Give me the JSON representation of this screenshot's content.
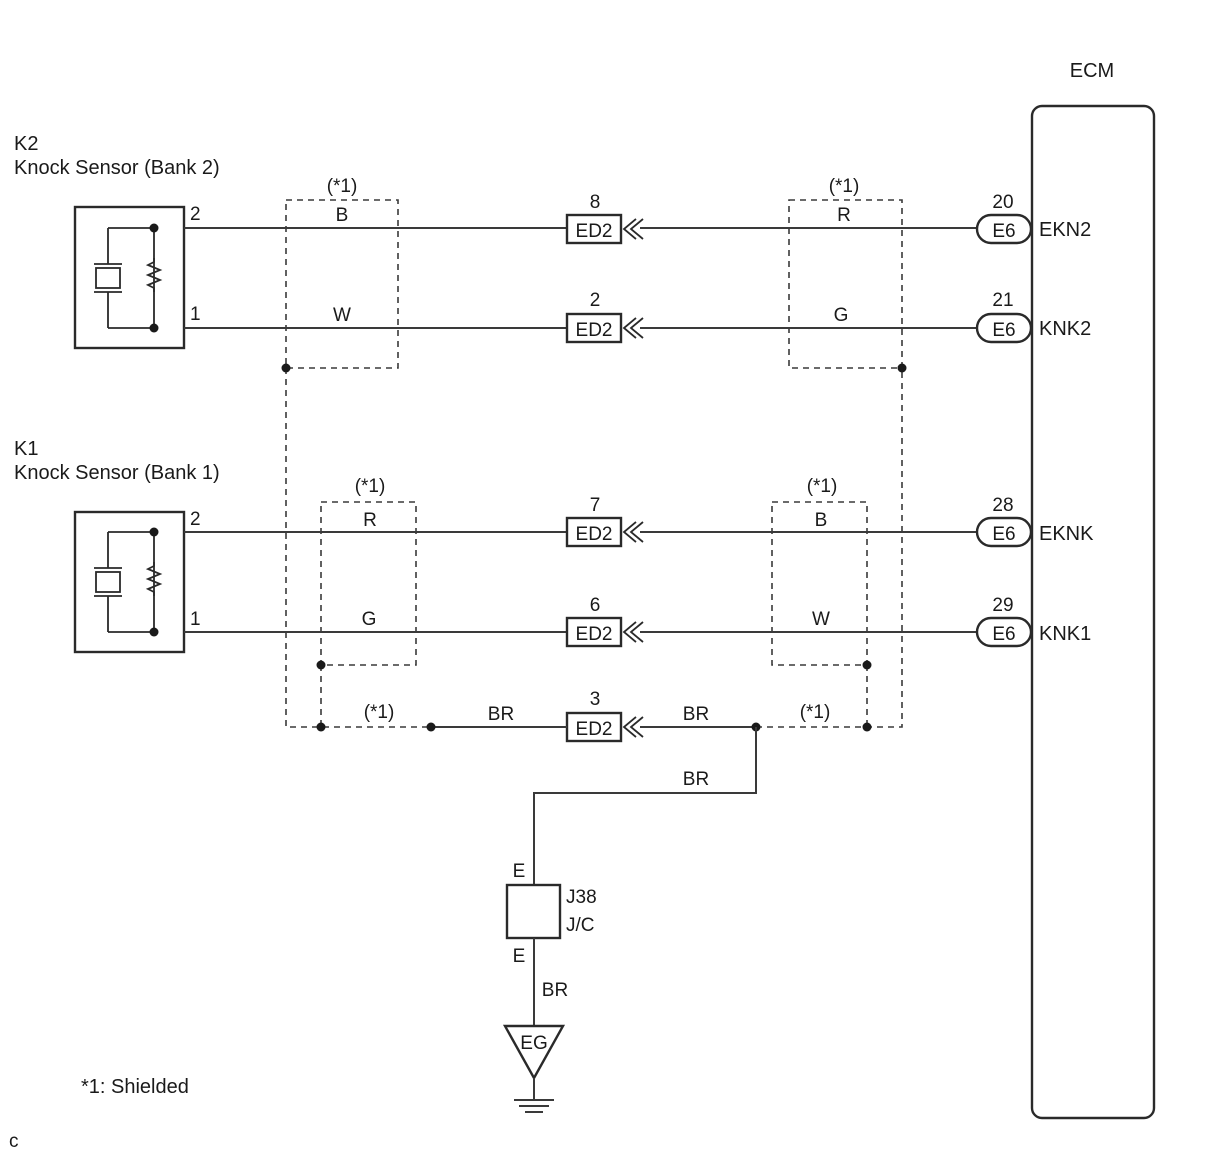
{
  "ecm": {
    "title": "ECM"
  },
  "sensors": {
    "k2": {
      "id": "K2",
      "name": "Knock Sensor (Bank 2)",
      "pin_top": "2",
      "pin_bottom": "1"
    },
    "k1": {
      "id": "K1",
      "name": "Knock Sensor (Bank 1)",
      "pin_top": "2",
      "pin_bottom": "1"
    }
  },
  "shield_label": "(*1)",
  "wires": [
    {
      "left_color": "B",
      "ed2_pin": "8",
      "right_color": "R",
      "e6_pin": "20",
      "ecm_terminal": "EKN2"
    },
    {
      "left_color": "W",
      "ed2_pin": "2",
      "right_color": "G",
      "e6_pin": "21",
      "ecm_terminal": "KNK2"
    },
    {
      "left_color": "R",
      "ed2_pin": "7",
      "right_color": "B",
      "e6_pin": "28",
      "ecm_terminal": "EKNK"
    },
    {
      "left_color": "G",
      "ed2_pin": "6",
      "right_color": "W",
      "e6_pin": "29",
      "ecm_terminal": "KNK1"
    }
  ],
  "ground_wire": {
    "left_color": "BR",
    "ed2_pin": "3",
    "right_color": "BR",
    "drop_color": "BR",
    "lower_color": "BR"
  },
  "connectors": {
    "ed2": "ED2",
    "e6": "E6"
  },
  "junction": {
    "name": "J38",
    "type": "J/C",
    "pin_top": "E",
    "pin_bottom": "E"
  },
  "ground": {
    "label": "EG"
  },
  "footnote": "*1: Shielded",
  "corner_mark": "c"
}
